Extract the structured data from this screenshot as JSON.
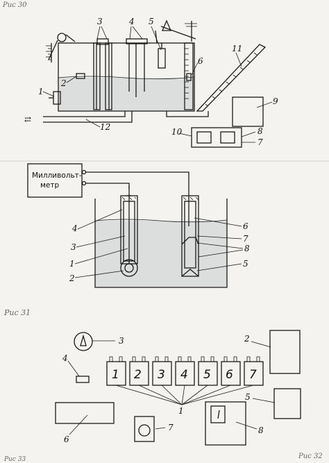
{
  "figures": {
    "fig30": "Рис 30",
    "fig31": "Рис 31",
    "fig32": "Рис 32",
    "corner": "Рис 33"
  },
  "top_labels": [
    "1",
    "2",
    "3",
    "4",
    "5",
    "6",
    "7",
    "8",
    "9",
    "10",
    "11",
    "12"
  ],
  "top_flow_arrow": "⇄",
  "mid": {
    "meter_line1": "Милливольт-",
    "meter_line2": "метр",
    "labels": [
      "1",
      "2",
      "3",
      "4",
      "5",
      "6",
      "7",
      "8"
    ]
  },
  "bottom": {
    "vessel_numbers": [
      "1",
      "2",
      "3",
      "4",
      "5",
      "6",
      "7"
    ],
    "labels": [
      "1",
      "2",
      "3",
      "4",
      "5",
      "6",
      "7",
      "8"
    ]
  },
  "colors": {
    "ink": "#1a1a1a",
    "paper": "#f4f3ef",
    "liquid": "#dcdedd"
  }
}
